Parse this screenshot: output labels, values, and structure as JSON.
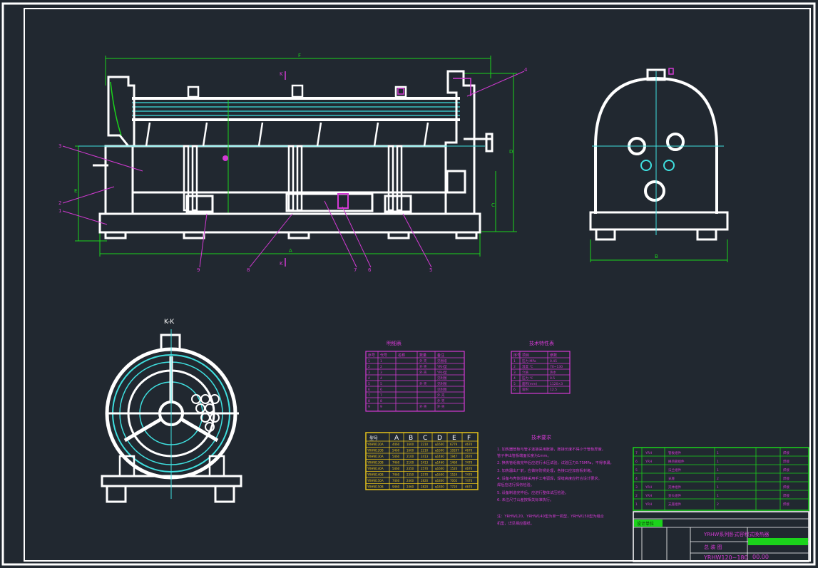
{
  "drawing": {
    "section_label": "K-K",
    "section_mark": "K",
    "dim_letters": {
      "overall_length": "F",
      "base_length": "A",
      "height": "D",
      "width": "B",
      "left_height": "E",
      "right_height": "C"
    },
    "callouts": [
      "1",
      "2",
      "3",
      "4",
      "5",
      "6",
      "7",
      "8",
      "9"
    ]
  },
  "parts_table": {
    "title": "明细表",
    "headers": [
      "序号",
      "代号",
      "名称",
      "数量",
      "备注"
    ],
    "rows": [
      [
        "1",
        "1",
        "",
        "外 壳",
        "见图纸"
      ],
      [
        "2",
        "2",
        "",
        "外 壳",
        "YRH型"
      ],
      [
        "3",
        "3",
        "",
        "外 壳",
        "YRH型"
      ],
      [
        "4",
        "4",
        "",
        "",
        "见附图"
      ],
      [
        "5",
        "5",
        "",
        "外 壳",
        "见附图"
      ],
      [
        "6",
        "6",
        "",
        "",
        "见附图"
      ],
      [
        "7",
        "7",
        "",
        "",
        "外 壳"
      ],
      [
        "8",
        "8",
        "",
        "",
        "外 壳"
      ],
      [
        "9",
        "9",
        "",
        "外 壳",
        "外 壳"
      ]
    ]
  },
  "tech_table": {
    "title": "技术特性表",
    "headers": [
      "序号",
      "项目",
      "参数"
    ],
    "rows": [
      [
        "1",
        "压力 MPa",
        "0.45"
      ],
      [
        "2",
        "温度 ℃",
        "70~130"
      ],
      [
        "3",
        "介质",
        "热水"
      ],
      [
        "4",
        "压力 ℃",
        "0.5"
      ],
      [
        "5",
        "面积(mm)",
        "1120×3"
      ],
      [
        "6",
        "容积",
        "12.5"
      ]
    ]
  },
  "dim_table": {
    "headers": [
      "型号",
      "A",
      "B",
      "C",
      "D",
      "E",
      "F"
    ],
    "rows": [
      [
        "YRHW120A",
        "4460",
        "1600",
        "2210",
        "φ1600",
        "6779",
        "4670"
      ],
      [
        "YRHW120B",
        "5460",
        "1600",
        "2210",
        "φ1600",
        "10207",
        "4670"
      ],
      [
        "YRHW130A",
        "5460",
        "2100",
        "2413",
        "φ1460",
        "1947",
        "2670"
      ],
      [
        "YRHW130B",
        "7460",
        "2100",
        "2413",
        "φ1460",
        "1460",
        "7470"
      ],
      [
        "YRHW140A",
        "5460",
        "2350",
        "2570",
        "φ1600",
        "1520",
        "4670"
      ],
      [
        "YRHW140B",
        "7460",
        "2350",
        "2570",
        "φ1600",
        "1524",
        "7470"
      ],
      [
        "YRHW150A",
        "7460",
        "2460",
        "2820",
        "φ1800",
        "7002",
        "7470"
      ],
      [
        "YRHW150B",
        "9460",
        "2460",
        "2820",
        "φ1800",
        "7720",
        "4670"
      ]
    ]
  },
  "notes": {
    "title": "技术要求",
    "items": [
      "1. 加热器管板与管子连接采用胀接，胀接长度不得小于管板厚度，",
      "   管子伸出管板端面长度为1mm。",
      "2. 换热管组装完毕后应进行水压试验，试验压力0.75MPa，不得渗漏。",
      "3. 加热器出厂前，应做好防锈处理，各接口应加盲板封堵。",
      "4. 设备与壳体焊接采用手工电弧焊，焊缝高度应符合设计要求。",
      "   焊后应进行探伤检验。",
      "5. 设备制造完毕后，应进行整体试压检验。",
      "6. 未注尺寸公差按相关标准执行。",
      "注：YRHW120、YRHW140型为单一机型，YRHW150型为组合",
      "    机型，详见相应图纸。"
    ]
  },
  "bom_block": {
    "rows": [
      [
        "7",
        "YRH",
        "管板组件",
        "1",
        "",
        "焊接"
      ],
      [
        "6",
        "YRH",
        "换热管组件",
        "1",
        "",
        "焊接"
      ],
      [
        "5",
        "",
        "法兰组件",
        "1",
        "",
        "焊接"
      ],
      [
        "4",
        "",
        "支座",
        "2",
        "",
        "焊接"
      ],
      [
        "3",
        "YRH",
        "壳体组件",
        "1",
        "",
        "焊接"
      ],
      [
        "2",
        "YRH",
        "封头组件",
        "1",
        "",
        "焊接"
      ],
      [
        "1",
        "YRH",
        "支座组件",
        "2",
        "",
        "焊接"
      ]
    ]
  },
  "title_block": {
    "header_cell": "设计单位",
    "company": "YRHW系列卧式容积式换热器",
    "drawing_name": "总 装 图",
    "model": "YRHW120~180",
    "sheet": "00.00"
  }
}
